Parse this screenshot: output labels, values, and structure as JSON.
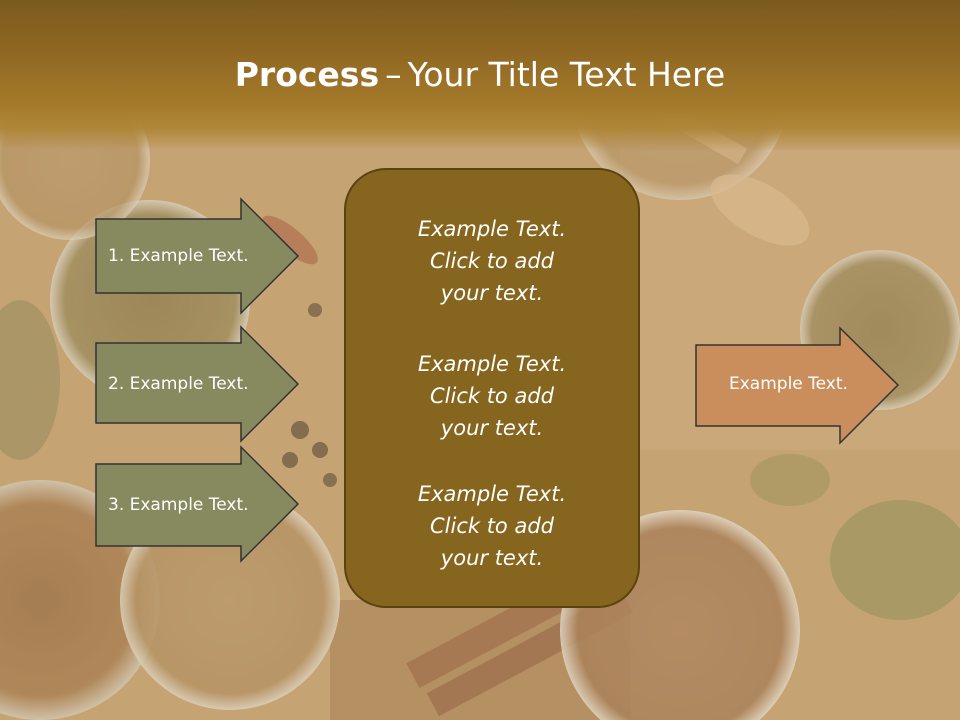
{
  "title": {
    "bold": "Process",
    "dash": "–",
    "rest": "Your Title Text Here"
  },
  "left_arrows": [
    {
      "label": "1. Example Text."
    },
    {
      "label": "2. Example Text."
    },
    {
      "label": "3. Example Text."
    }
  ],
  "center_box": {
    "blocks": [
      {
        "line1": "Example Text.",
        "line2": "Click  to add",
        "line3": "your text."
      },
      {
        "line1": "Example Text.",
        "line2": "Click  to add",
        "line3": "your text."
      },
      {
        "line1": "Example Text.",
        "line2": "Click  to add",
        "line3": "your text."
      }
    ]
  },
  "right_arrow": {
    "label": "Example Text."
  },
  "colors": {
    "title_band": "#8c6421",
    "left_arrow_fill": "#878a5e",
    "center_box_fill": "#86651f",
    "right_arrow_fill": "#c98e5b",
    "outline": "#333333",
    "text": "#ffffff"
  },
  "background": {
    "description_icon": "spice-bowls-photo"
  }
}
